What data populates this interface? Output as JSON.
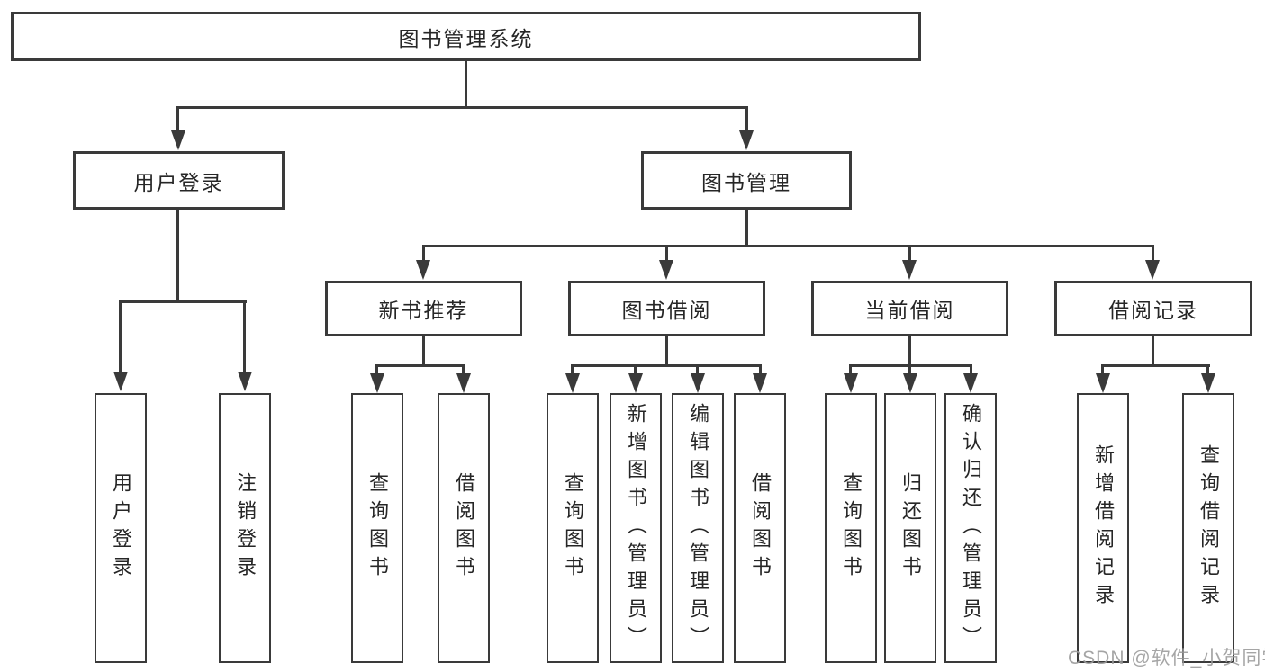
{
  "colors": {
    "line": "#3a3a3a",
    "node_border": "#3a3a3a",
    "node_fill": "#ffffff",
    "text": "#262626",
    "watermark": "#9b9b9b"
  },
  "watermark": "CSDN @软件_小贺同学",
  "tree": {
    "root": {
      "label": "图书管理系统"
    },
    "branches": [
      {
        "label": "用户登录",
        "children": [
          {
            "label": "用户登录"
          },
          {
            "label": "注销登录"
          }
        ]
      },
      {
        "label": "图书管理",
        "sections": [
          {
            "label": "新书推荐",
            "children": [
              {
                "label": "查询图书"
              },
              {
                "label": "借阅图书"
              }
            ]
          },
          {
            "label": "图书借阅",
            "children": [
              {
                "label": "查询图书"
              },
              {
                "label": "新增图书（管理员）"
              },
              {
                "label": "编辑图书（管理员）"
              },
              {
                "label": "借阅图书"
              }
            ]
          },
          {
            "label": "当前借阅",
            "children": [
              {
                "label": "查询图书"
              },
              {
                "label": "归还图书"
              },
              {
                "label": "确认归还（管理员）"
              }
            ]
          },
          {
            "label": "借阅记录",
            "children": [
              {
                "label": "新增借阅记录"
              },
              {
                "label": "查询借阅记录"
              }
            ]
          }
        ]
      }
    ]
  }
}
